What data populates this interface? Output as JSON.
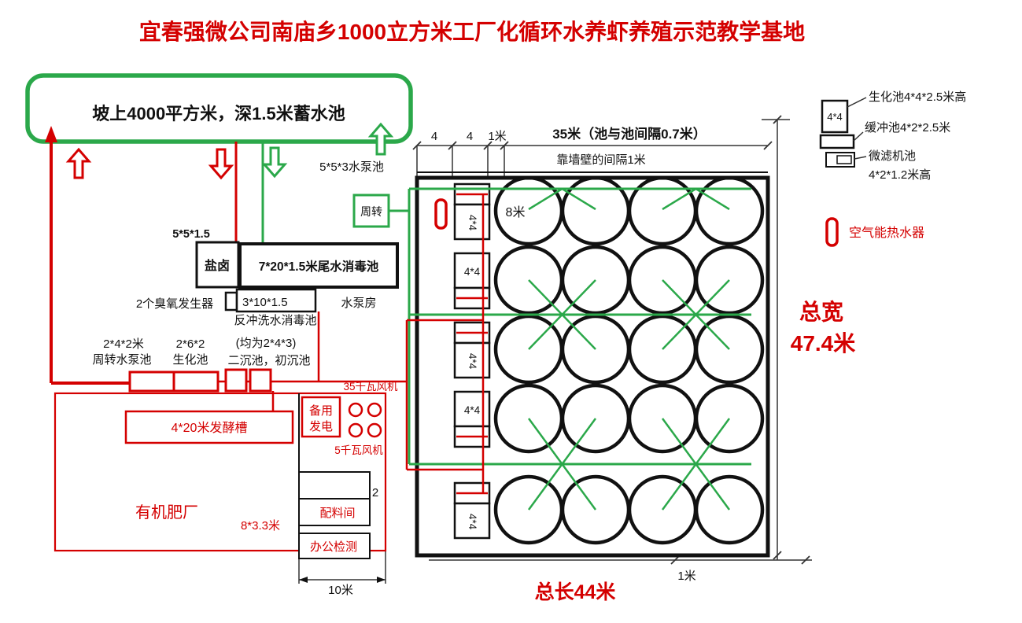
{
  "title": "宜春强微公司南庙乡1000立方米工厂化循环水养虾养殖示范教学基地",
  "reservoir": {
    "label": "坡上4000平方米，深1.5米蓄水池"
  },
  "left": {
    "pump_pool_label": "5*5*3水泵池",
    "turnover_box": "周转",
    "brine_dim": "5*5*1.5",
    "brine": "盐卤",
    "tailwater": "7*20*1.5米尾水消毒池",
    "ozone": "2个臭氧发生器",
    "backwash_dim": "3*10*1.5",
    "backwash": "反冲洗水消毒池",
    "pump_house": "水泵房",
    "turnover_pump_dim": "2*4*2米",
    "turnover_pump": "周转水泵池",
    "biochem_dim": "2*6*2",
    "biochem": "生化池",
    "sediment_dim": "(均为2*4*3)",
    "sediment": "二沉池，初沉池",
    "fan35": "35千瓦风机",
    "backup1": "备用",
    "backup2": "发电",
    "fan5": "5千瓦风机",
    "fermenter": "4*20米发酵槽",
    "plant": "有机肥厂",
    "ingredient_dim": "8*3.3米",
    "ingredient": "配料间",
    "office": "办公检测",
    "dim10": "10米",
    "count2": "2"
  },
  "tanks": {
    "dim4a": "4",
    "dim4b": "4",
    "dim1": "1米",
    "dim35": "35米（池与池间隔0.7米）",
    "wall_gap": "靠墙壁的间隔1米",
    "dia": "8米",
    "cell": "4*4",
    "width_label": "总宽",
    "width_value": "47.4米",
    "length_label": "总长44米",
    "bottom_gap": "1米"
  },
  "legend": {
    "cell": "4*4",
    "biochem": "生化池4*4*2.5米高",
    "buffer": "缓冲池4*2*2.5米",
    "micro1": "微滤机池",
    "micro2": "4*2*1.2米高",
    "heater": "空气能热水器"
  },
  "colors": {
    "red": "#d40000",
    "green": "#2ba84a",
    "black": "#111111"
  }
}
